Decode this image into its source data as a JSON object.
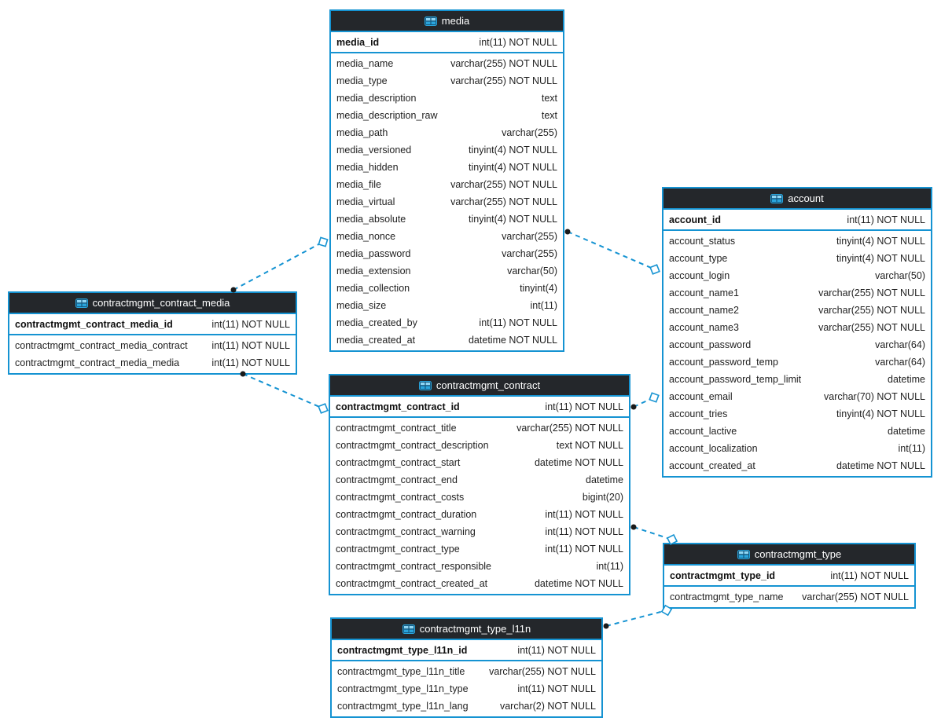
{
  "diagram": {
    "colors": {
      "accent": "#1593d2",
      "header_bg": "#24272b",
      "header_text": "#ffffff",
      "row_text": "#1f1f1f",
      "dot_marker": "#1a1a1a",
      "diamond_fill": "#ffffff"
    },
    "tables": [
      {
        "name": "media",
        "pk": {
          "name": "media_id",
          "type": "int(11) NOT NULL"
        },
        "rows": [
          {
            "name": "media_name",
            "type": "varchar(255) NOT NULL"
          },
          {
            "name": "media_type",
            "type": "varchar(255) NOT NULL"
          },
          {
            "name": "media_description",
            "type": "text"
          },
          {
            "name": "media_description_raw",
            "type": "text"
          },
          {
            "name": "media_path",
            "type": "varchar(255)"
          },
          {
            "name": "media_versioned",
            "type": "tinyint(4) NOT NULL"
          },
          {
            "name": "media_hidden",
            "type": "tinyint(4) NOT NULL"
          },
          {
            "name": "media_file",
            "type": "varchar(255) NOT NULL"
          },
          {
            "name": "media_virtual",
            "type": "varchar(255) NOT NULL"
          },
          {
            "name": "media_absolute",
            "type": "tinyint(4) NOT NULL"
          },
          {
            "name": "media_nonce",
            "type": "varchar(255)"
          },
          {
            "name": "media_password",
            "type": "varchar(255)"
          },
          {
            "name": "media_extension",
            "type": "varchar(50)"
          },
          {
            "name": "media_collection",
            "type": "tinyint(4)"
          },
          {
            "name": "media_size",
            "type": "int(11)"
          },
          {
            "name": "media_created_by",
            "type": "int(11) NOT NULL"
          },
          {
            "name": "media_created_at",
            "type": "datetime NOT NULL"
          }
        ]
      },
      {
        "name": "account",
        "pk": {
          "name": "account_id",
          "type": "int(11) NOT NULL"
        },
        "rows": [
          {
            "name": "account_status",
            "type": "tinyint(4) NOT NULL"
          },
          {
            "name": "account_type",
            "type": "tinyint(4) NOT NULL"
          },
          {
            "name": "account_login",
            "type": "varchar(50)"
          },
          {
            "name": "account_name1",
            "type": "varchar(255) NOT NULL"
          },
          {
            "name": "account_name2",
            "type": "varchar(255) NOT NULL"
          },
          {
            "name": "account_name3",
            "type": "varchar(255) NOT NULL"
          },
          {
            "name": "account_password",
            "type": "varchar(64)"
          },
          {
            "name": "account_password_temp",
            "type": "varchar(64)"
          },
          {
            "name": "account_password_temp_limit",
            "type": "datetime"
          },
          {
            "name": "account_email",
            "type": "varchar(70) NOT NULL"
          },
          {
            "name": "account_tries",
            "type": "tinyint(4) NOT NULL"
          },
          {
            "name": "account_lactive",
            "type": "datetime"
          },
          {
            "name": "account_localization",
            "type": "int(11)"
          },
          {
            "name": "account_created_at",
            "type": "datetime NOT NULL"
          }
        ]
      },
      {
        "name": "contractmgmt_contract_media",
        "pk": {
          "name": "contractmgmt_contract_media_id",
          "type": "int(11) NOT NULL"
        },
        "rows": [
          {
            "name": "contractmgmt_contract_media_contract",
            "type": "int(11) NOT NULL"
          },
          {
            "name": "contractmgmt_contract_media_media",
            "type": "int(11) NOT NULL"
          }
        ]
      },
      {
        "name": "contractmgmt_contract",
        "pk": {
          "name": "contractmgmt_contract_id",
          "type": "int(11) NOT NULL"
        },
        "rows": [
          {
            "name": "contractmgmt_contract_title",
            "type": "varchar(255) NOT NULL"
          },
          {
            "name": "contractmgmt_contract_description",
            "type": "text NOT NULL"
          },
          {
            "name": "contractmgmt_contract_start",
            "type": "datetime NOT NULL"
          },
          {
            "name": "contractmgmt_contract_end",
            "type": "datetime"
          },
          {
            "name": "contractmgmt_contract_costs",
            "type": "bigint(20)"
          },
          {
            "name": "contractmgmt_contract_duration",
            "type": "int(11) NOT NULL"
          },
          {
            "name": "contractmgmt_contract_warning",
            "type": "int(11) NOT NULL"
          },
          {
            "name": "contractmgmt_contract_type",
            "type": "int(11) NOT NULL"
          },
          {
            "name": "contractmgmt_contract_responsible",
            "type": "int(11)"
          },
          {
            "name": "contractmgmt_contract_created_at",
            "type": "datetime NOT NULL"
          }
        ]
      },
      {
        "name": "contractmgmt_type",
        "pk": {
          "name": "contractmgmt_type_id",
          "type": "int(11) NOT NULL"
        },
        "rows": [
          {
            "name": "contractmgmt_type_name",
            "type": "varchar(255) NOT NULL"
          }
        ]
      },
      {
        "name": "contractmgmt_type_l11n",
        "pk": {
          "name": "contractmgmt_type_l11n_id",
          "type": "int(11) NOT NULL"
        },
        "rows": [
          {
            "name": "contractmgmt_type_l11n_title",
            "type": "varchar(255) NOT NULL"
          },
          {
            "name": "contractmgmt_type_l11n_type",
            "type": "int(11) NOT NULL"
          },
          {
            "name": "contractmgmt_type_l11n_lang",
            "type": "varchar(2) NOT NULL"
          }
        ]
      }
    ],
    "relations": [
      {
        "from": "contractmgmt_contract_media",
        "to": "media",
        "from_marker": "dot",
        "to_marker": "diamond"
      },
      {
        "from": "media",
        "to": "account",
        "from_marker": "dot",
        "to_marker": "diamond"
      },
      {
        "from": "contractmgmt_contract_media",
        "to": "contractmgmt_contract",
        "from_marker": "dot",
        "to_marker": "diamond"
      },
      {
        "from": "contractmgmt_contract",
        "to": "account",
        "from_marker": "dot",
        "to_marker": "diamond"
      },
      {
        "from": "contractmgmt_contract",
        "to": "contractmgmt_type",
        "from_marker": "dot",
        "to_marker": "diamond"
      },
      {
        "from": "contractmgmt_type_l11n",
        "to": "contractmgmt_type",
        "from_marker": "dot",
        "to_marker": "diamond"
      }
    ]
  }
}
